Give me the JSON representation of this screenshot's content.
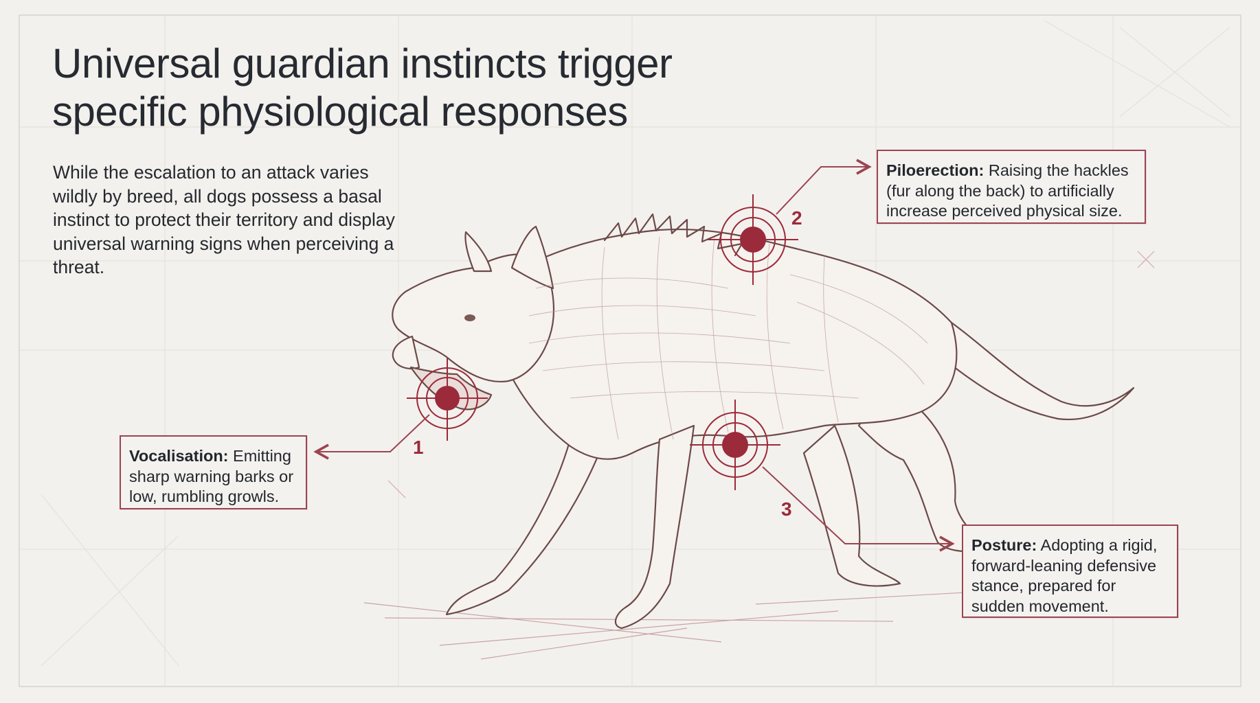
{
  "title": {
    "line1": "Universal guardian instincts trigger",
    "line2": "specific physiological responses"
  },
  "intro": "While the escalation to an attack varies wildly by breed, all dogs possess a basal instinct to protect their territory and display universal warning signs when perceiving a threat.",
  "callouts": {
    "vocalisation": {
      "label": "Vocalisation:",
      "text": " Emitting sharp warning barks or low, rumbling growls.",
      "number": "1"
    },
    "piloerection": {
      "label": "Piloerection:",
      "text": " Raising the hackles (fur along the back) to artificially increase perceived physical size.",
      "number": "2"
    },
    "posture": {
      "label": "Posture:",
      "text": " Adopting a rigid, forward-leaning defensive stance, prepared for sudden movement.",
      "number": "3"
    }
  },
  "colors": {
    "accent": "#9b2a3a",
    "background": "#f3f1ed",
    "sketch": "#6b4a48",
    "text": "#262a31"
  },
  "illustration": "dog-anatomical-sketch"
}
